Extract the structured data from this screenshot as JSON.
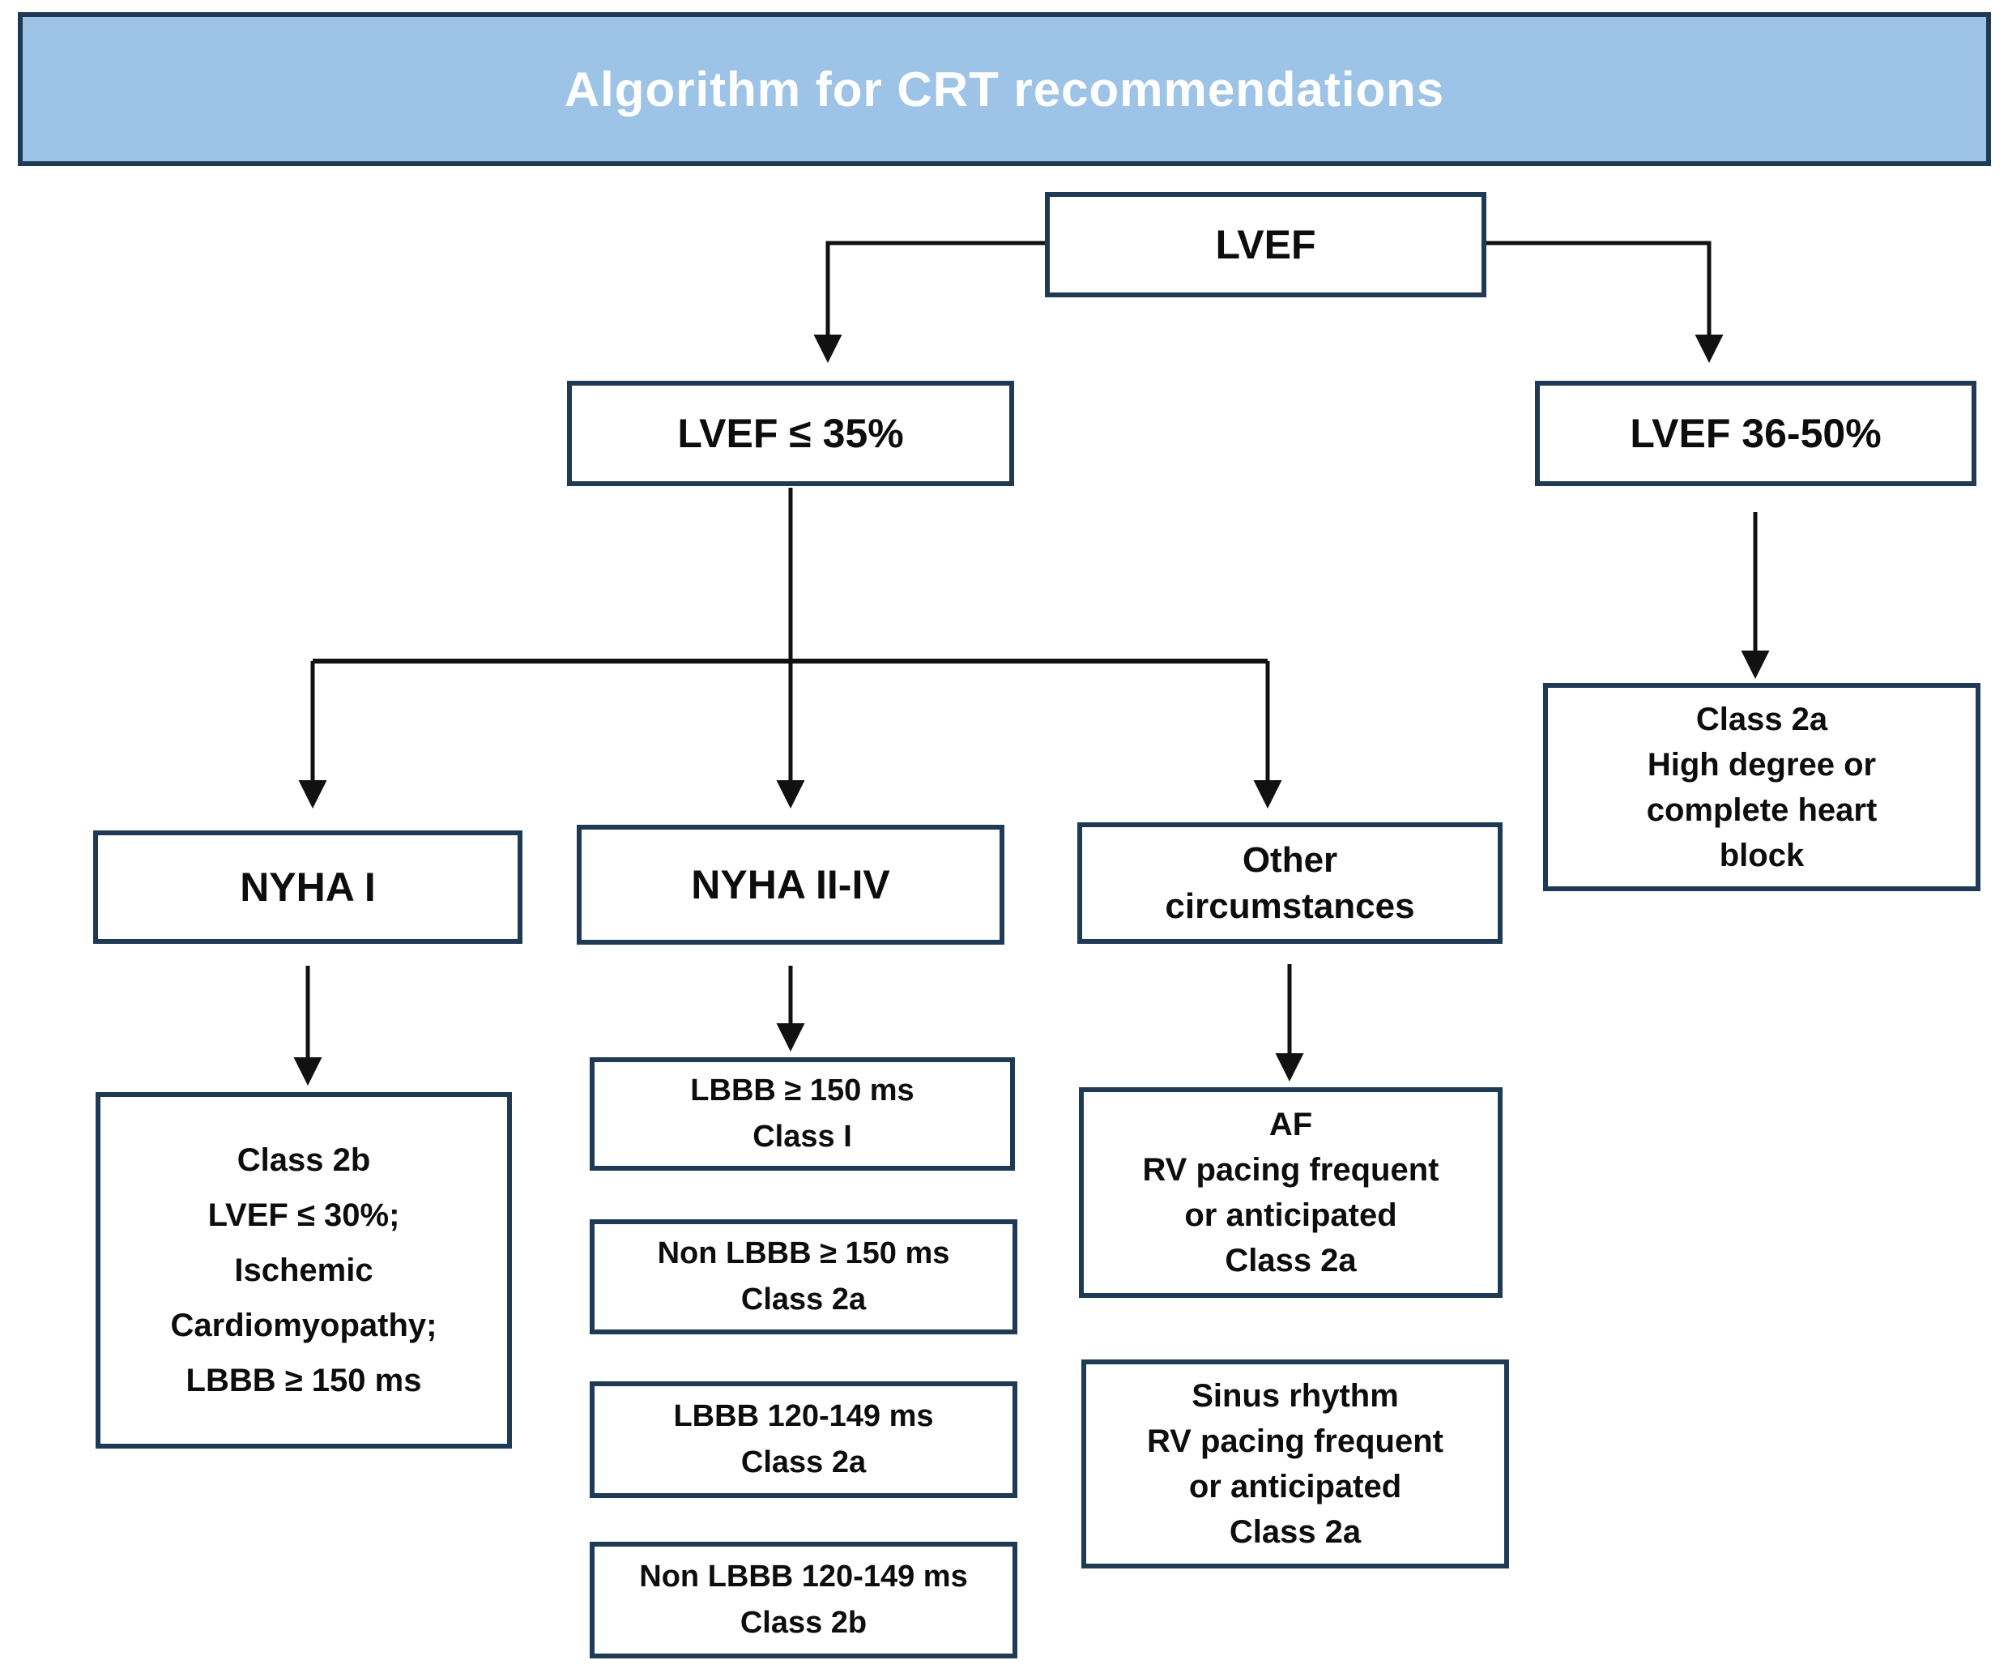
{
  "title": "Algorithm for CRT recommendations",
  "colors": {
    "title_fill": "#9DC3E6",
    "title_text": "#ffffff",
    "box_border": "#1F3A55",
    "box_fill": "#ffffff",
    "text": "#0d0d0d",
    "arrow": "#111111"
  },
  "nodes": {
    "lvef": {
      "label": "LVEF"
    },
    "lvef_le_35": {
      "label": "LVEF ≤ 35%"
    },
    "lvef_36_50": {
      "label": "LVEF 36-50%"
    },
    "nyha_1": {
      "label": "NYHA I"
    },
    "nyha_2_4": {
      "label": "NYHA II-IV"
    },
    "other": {
      "lines": [
        "Other",
        "circumstances"
      ]
    },
    "hd_block": {
      "lines": [
        "Class 2a",
        "High degree or",
        "complete heart",
        "block"
      ]
    },
    "class_2b": {
      "lines": [
        "Class 2b",
        "LVEF ≤ 30%;",
        "Ischemic",
        "Cardiomyopathy;",
        "LBBB ≥ 150 ms"
      ]
    },
    "lbbb_150": {
      "lines": [
        "LBBB ≥ 150 ms",
        "Class I"
      ]
    },
    "non_lbbb_150": {
      "lines": [
        "Non LBBB ≥ 150 ms",
        "Class 2a"
      ]
    },
    "lbbb_120_149": {
      "lines": [
        "LBBB 120-149 ms",
        "Class 2a"
      ]
    },
    "non_lbbb_120_149": {
      "lines": [
        "Non LBBB 120-149 ms",
        "Class 2b"
      ]
    },
    "af": {
      "lines": [
        "AF",
        "RV pacing frequent",
        "or anticipated",
        "Class 2a"
      ]
    },
    "sinus": {
      "lines": [
        "Sinus rhythm",
        "RV pacing frequent",
        "or anticipated",
        "Class 2a"
      ]
    }
  }
}
